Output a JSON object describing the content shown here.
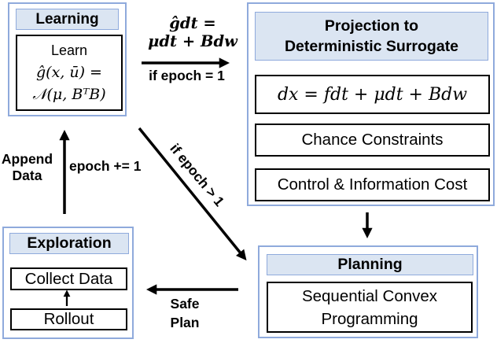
{
  "diagram": {
    "colors": {
      "accent_border": "#8faadc",
      "header_fill": "#dbe5f2",
      "box_border": "#000000",
      "arrow": "#000000"
    },
    "learning": {
      "title": "Learning",
      "inner_line1": "Learn",
      "inner_line2": "ĝ(x, ū) =",
      "inner_line3": "𝒩(μ, BᵀB)"
    },
    "projection": {
      "title_line1": "Projection to",
      "title_line2": "Deterministic Surrogate",
      "equation": "dx = fdt + μdt + Bdw",
      "constraint1": "Chance Constraints",
      "constraint2": "Control & Information Cost"
    },
    "planning": {
      "title": "Planning",
      "method_line1": "Sequential Convex",
      "method_line2": "Programming"
    },
    "exploration": {
      "title": "Exploration",
      "step1": "Collect Data",
      "step2": "Rollout"
    },
    "edges": {
      "learning_to_projection": {
        "equation_line1": "ĝdt =",
        "equation_line2": "μdt + Bdw",
        "condition": "if epoch = 1"
      },
      "learning_to_planning": {
        "condition": "if epoch > 1"
      },
      "exploration_to_learning": {
        "left_label_line1": "Append",
        "left_label_line2": "Data",
        "right_label": "epoch += 1"
      },
      "planning_to_exploration": {
        "label_line1": "Safe",
        "label_line2": "Plan"
      }
    }
  }
}
